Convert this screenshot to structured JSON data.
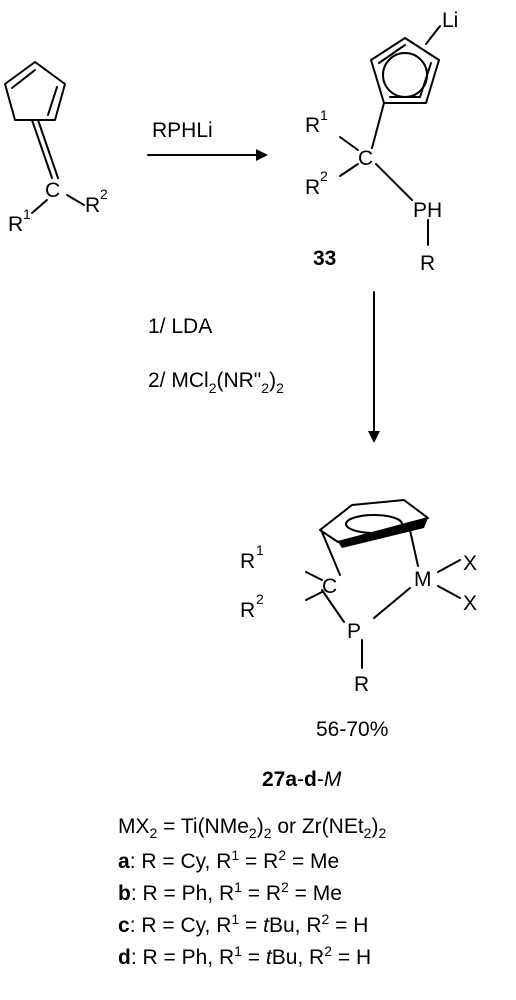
{
  "reagents": {
    "step1": "RPHLi",
    "step2_line1": "1/ LDA",
    "step2_line2_a": "2/ MCl",
    "step2_line2_b": "2",
    "step2_line2_c": "(NR\"",
    "step2_line2_d": "2",
    "step2_line2_e": ")",
    "step2_line2_f": "2"
  },
  "atoms": {
    "carbon": "C",
    "r": "R",
    "one": "1",
    "two": "2",
    "ph": "PH",
    "p": "P",
    "m": "M",
    "x": "X",
    "li": "Li"
  },
  "compounds": {
    "intermediate": "33",
    "product_num": "27",
    "product_a": "a",
    "product_dash": "-",
    "product_d": "d",
    "product_dash2": "-",
    "product_m": "M"
  },
  "yield": "56-70%",
  "legend": {
    "mx_a": "MX",
    "mx_b": "2",
    "mx_c": " = Ti(NMe",
    "mx_d": "2",
    "mx_e": ")",
    "mx_f": "2",
    "mx_g": " or Zr(NEt",
    "mx_h": "2",
    "mx_i": ")",
    "mx_j": "2",
    "items": [
      {
        "key": "a",
        "r": ": R = Cy, R",
        "r1": "1",
        "eq": " = R",
        "r2": "2",
        "val": " = Me"
      },
      {
        "key": "b",
        "r": ": R = Ph, R",
        "r1": "1",
        "eq": " = R",
        "r2": "2",
        "val": " = Me"
      },
      {
        "key": "c",
        "r": ": R = Cy, R",
        "r1": "1",
        "eq": " = ",
        "tbu": "t",
        "bu": "Bu, R",
        "r2": "2",
        "val": " = H"
      },
      {
        "key": "d",
        "r": ": R = Ph, R",
        "r1": "1",
        "eq": " = ",
        "tbu": "t",
        "bu": "Bu, R",
        "r2": "2",
        "val": " = H"
      }
    ]
  }
}
